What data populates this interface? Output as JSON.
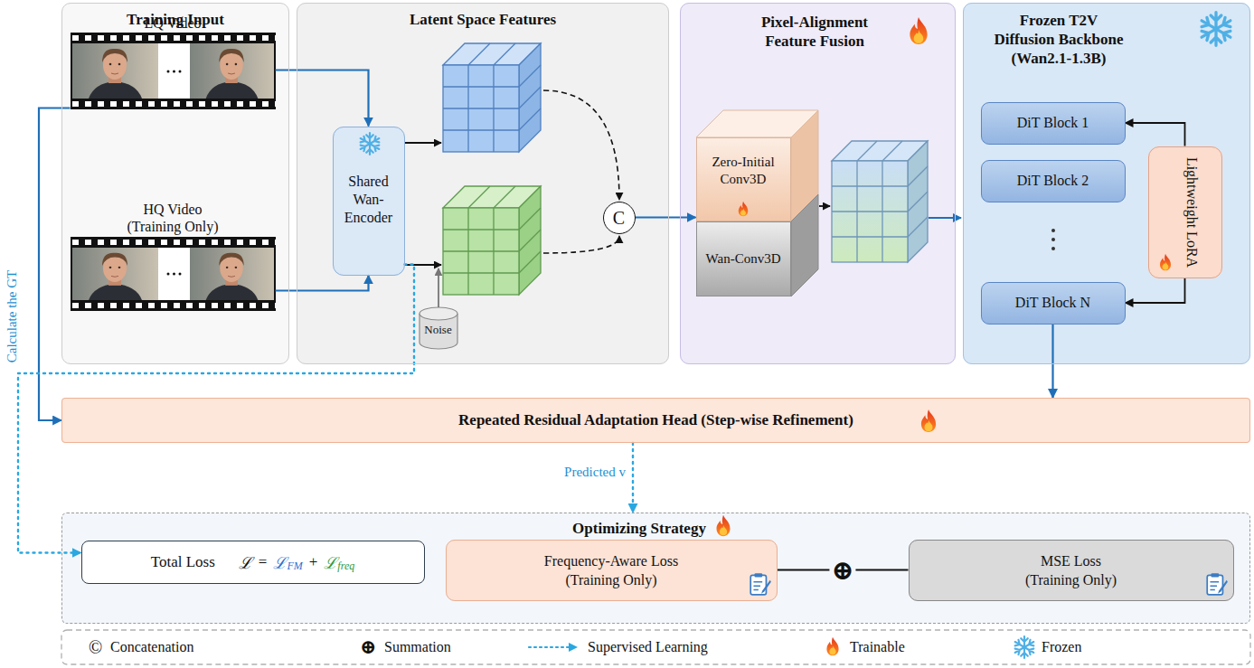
{
  "diagram": {
    "nodes": [
      {
        "text": [
          "Training Input"
        ]
      },
      {
        "text": [
          "LQ Video"
        ],
        "in": 0
      },
      {
        "text": [
          "HQ Video (Training Only)"
        ],
        "in": 0
      },
      {
        "text": [
          "Latent Space Features"
        ]
      },
      {
        "text": [
          "Shared Wan-Encoder"
        ],
        "in": 3
      },
      {
        "text": [
          "Noise"
        ],
        "in": 3
      },
      {
        "text": [
          "C"
        ],
        "in": 3
      },
      {
        "text": [
          "Pixel-Alignment Feature Fusion"
        ]
      },
      {
        "text": [
          "Zero-Initial Conv3D"
        ],
        "in": 7
      },
      {
        "text": [
          "Wan-Conv3D"
        ],
        "in": 7
      },
      {
        "text": [
          "Frozen T2V Diffusion Backbone (Wan2.1-1.3B)"
        ]
      },
      {
        "text": [
          "DiT Block 1"
        ],
        "in": 10
      },
      {
        "text": [
          "DiT Block 2"
        ],
        "in": 10
      },
      {
        "text": [
          "DiT Block N"
        ],
        "in": 10
      },
      {
        "text": [
          "Lightweight LoRA"
        ],
        "in": 10
      },
      {
        "text": [
          "Repeated Residual Adaptation Head (Step-wise Refinement)"
        ]
      },
      {
        "text": [
          "Optimizing Strategy"
        ]
      },
      {
        "text": [
          "Total Loss",
          "ℒ",
          "=",
          "ℒ",
          "FM",
          "+",
          "ℒ",
          "freq"
        ],
        "in": 16
      },
      {
        "text": [
          "Frequency-Aware Loss (Training Only)"
        ],
        "in": 16
      },
      {
        "text": [
          "MSE Loss (Training Only)"
        ],
        "in": 16
      }
    ],
    "edges": [
      {
        "from": 1,
        "to": 4,
        "arrow": "to"
      },
      {
        "from": 2,
        "to": 4,
        "arrow": "to"
      },
      {
        "from": 1,
        "to": 15,
        "arrow": "to"
      },
      {
        "from": 4,
        "to": 17,
        "arrow": "to",
        "label": "Calculate the GT"
      },
      {
        "from": 6,
        "to": 8,
        "arrow": "to"
      },
      {
        "from": 14,
        "to": 11,
        "arrow": "to"
      },
      {
        "from": 14,
        "to": 13,
        "arrow": "to"
      },
      {
        "from": 13,
        "to": 15,
        "arrow": "to"
      },
      {
        "from": 15,
        "to": 16,
        "arrow": "to",
        "label": "Predicted v"
      },
      {
        "from": 18,
        "to": 19,
        "arrow": "none",
        "label": "⊕"
      }
    ],
    "labels": [
      "©",
      "⊕"
    ],
    "legend": [
      {
        "text": "Concatenation"
      },
      {
        "text": "Summation"
      },
      {
        "text": "Supervised Learning"
      },
      {
        "text": "Trainable"
      },
      {
        "text": "Frozen"
      }
    ]
  }
}
